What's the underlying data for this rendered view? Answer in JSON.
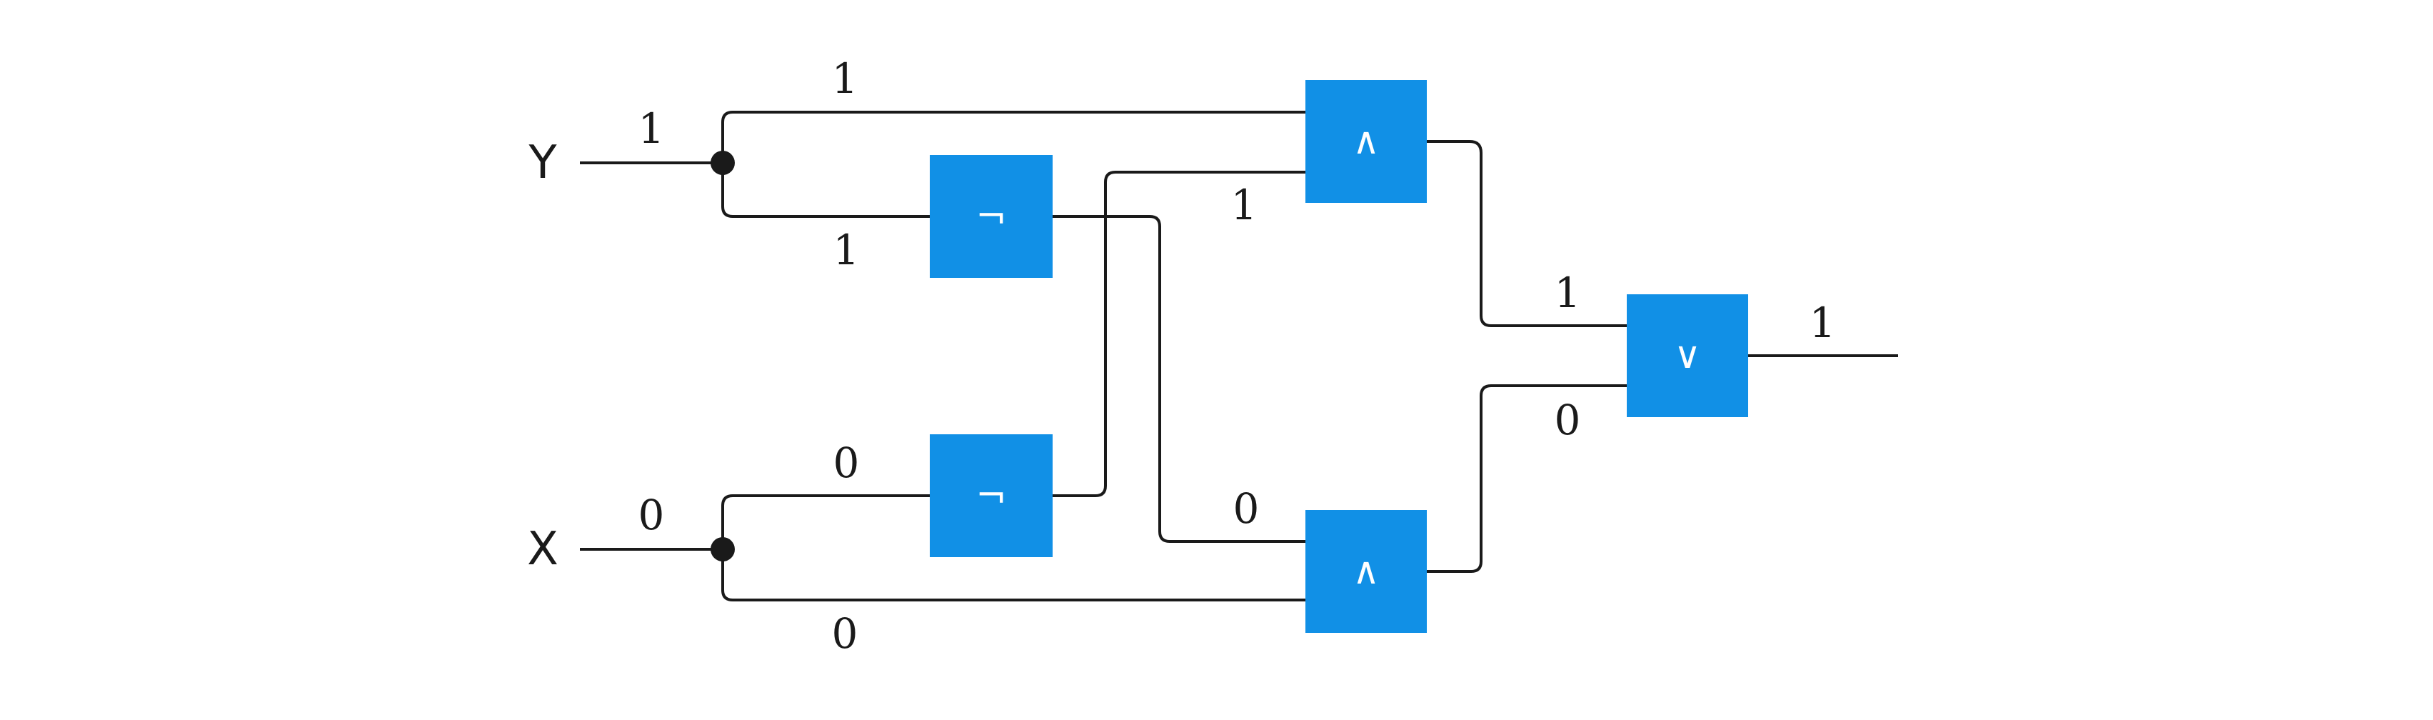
{
  "inputs": {
    "y": {
      "label": "Y",
      "value": "1"
    },
    "x": {
      "label": "X",
      "value": "0"
    }
  },
  "gates": {
    "not_top": {
      "symbol": "¬"
    },
    "not_bottom": {
      "symbol": "¬"
    },
    "and_top": {
      "symbol": "∧"
    },
    "and_bottom": {
      "symbol": "∧"
    },
    "or_final": {
      "symbol": "∨"
    }
  },
  "wires": {
    "y_to_and_top": "1",
    "y_to_not_top": "1",
    "not_bottom_to_and_top": "1",
    "x_to_not_bottom": "0",
    "not_top_to_and_bottom": "0",
    "x_to_and_bottom": "0",
    "and_top_to_or": "1",
    "and_bottom_to_or": "0",
    "output": "1"
  },
  "colors": {
    "gate_fill": "#1190e6",
    "wire": "#1a1a1a"
  }
}
